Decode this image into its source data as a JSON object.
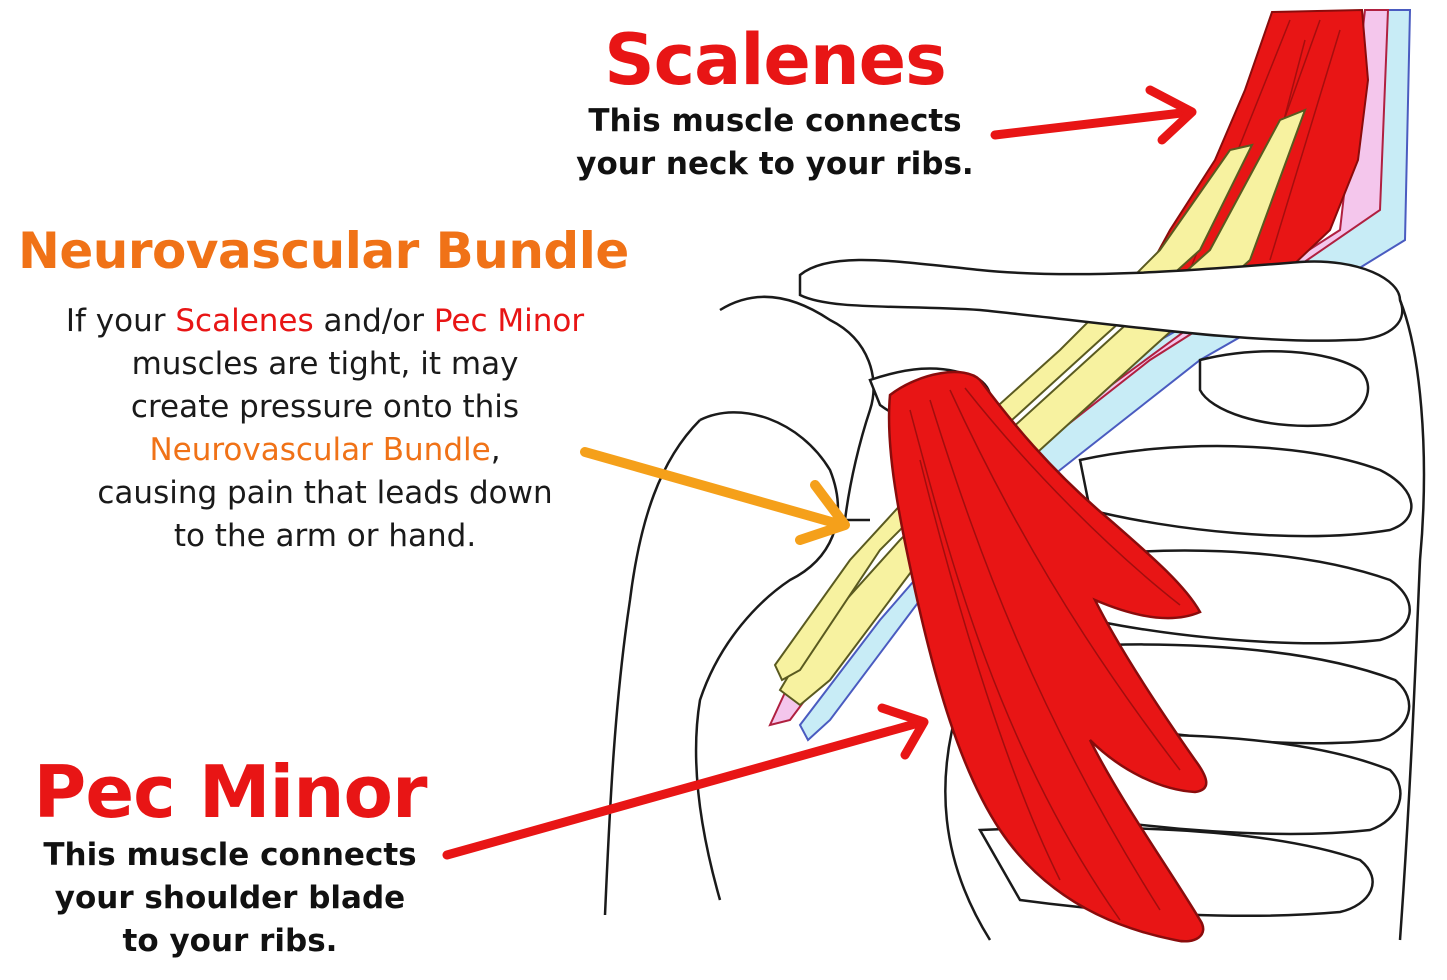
{
  "colors": {
    "muscle_red": "#e81515",
    "label_orange": "#f07217",
    "nerve_yellow": "#f7f2a0",
    "artery_pink": "#f4c6ec",
    "vein_blue": "#c8ecf6",
    "bone_outline": "#1a1a1a"
  },
  "labels": {
    "scalenes": {
      "title": "Scalenes",
      "line1": "This muscle connects",
      "line2": "your neck to your ribs."
    },
    "bundle": {
      "title": "Neurovascular Bundle",
      "p1": "If your ",
      "h1": "Scalenes",
      "p2": " and/or ",
      "h2": "Pec Minor",
      "line2": "muscles are tight, it may",
      "line3": "create pressure onto this",
      "h3": "Neurovascular Bundle",
      "p3": ",",
      "line5": "causing pain that leads down",
      "line6": "to the arm or hand."
    },
    "pec_minor": {
      "title": "Pec Minor",
      "line1": "This muscle connects",
      "line2": "your shoulder blade",
      "line3": "to your ribs."
    }
  },
  "icons": [
    "red-arrow-icon",
    "orange-arrow-icon"
  ]
}
